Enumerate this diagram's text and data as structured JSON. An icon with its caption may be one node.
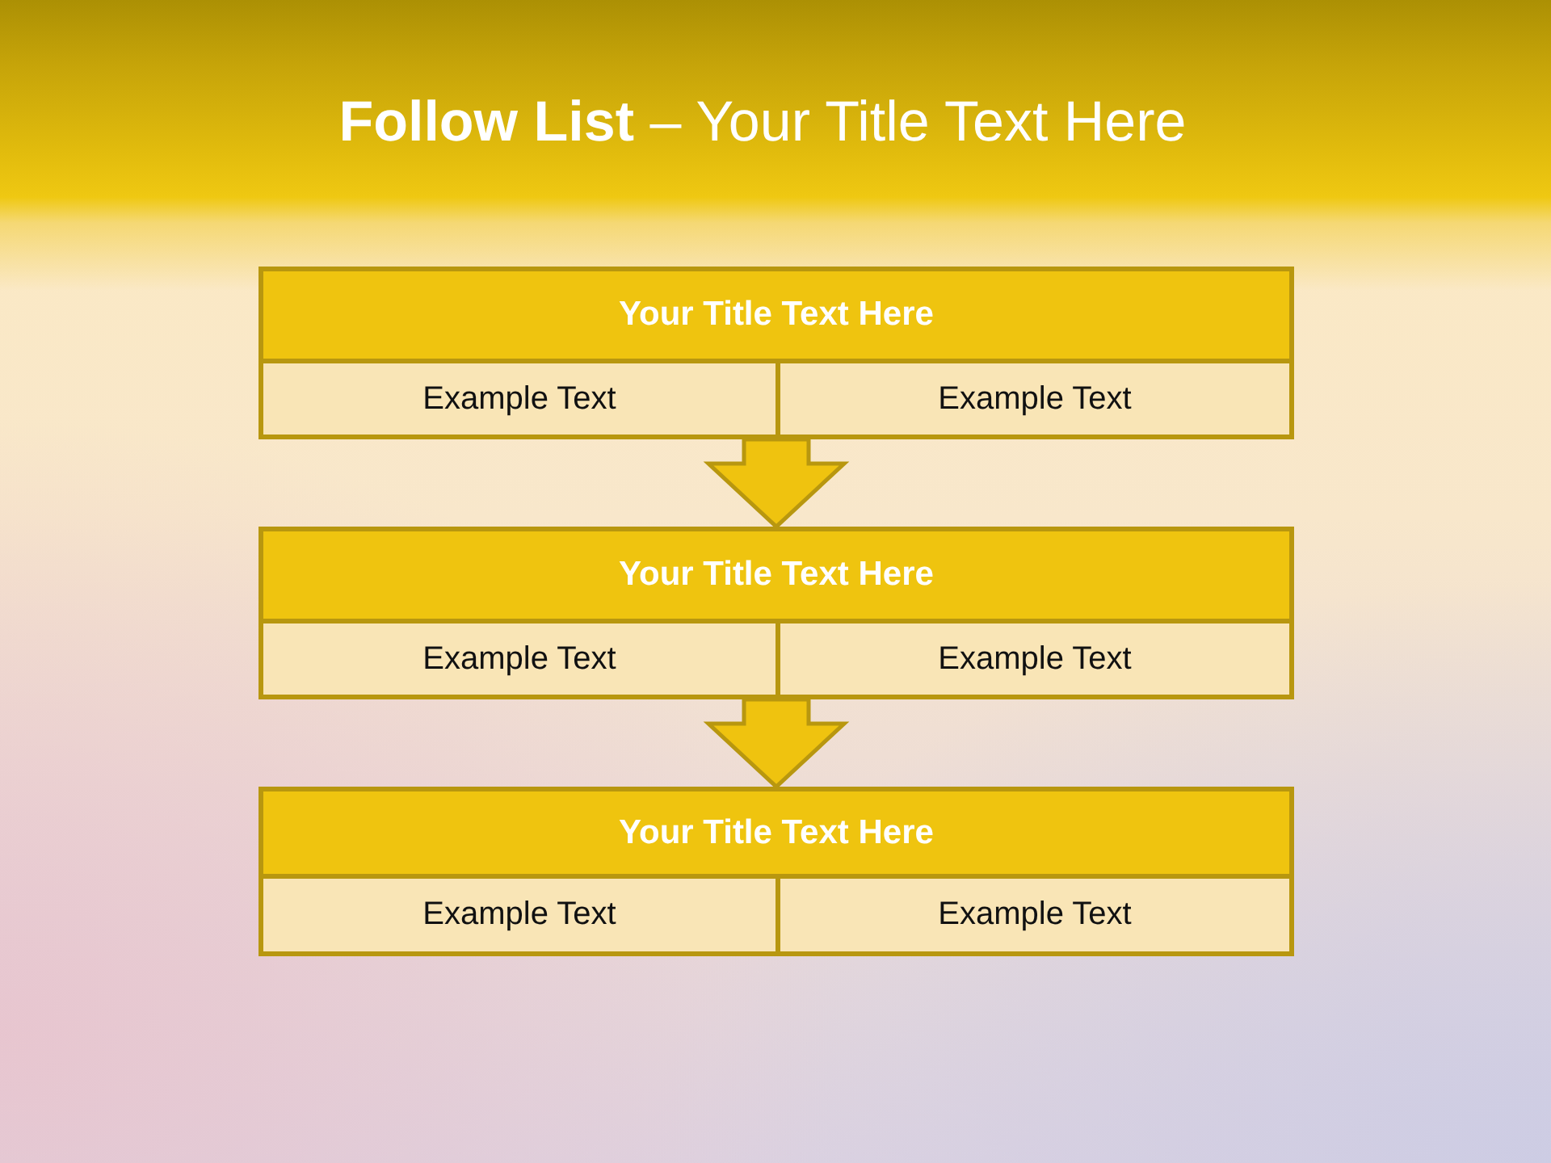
{
  "diagram": {
    "title": "**Follow List** – Your Title Text Here",
    "nodes": [
      {
        "text": [],
        "shape": "box"
      },
      {
        "text": [
          "Your Title Text Here"
        ],
        "in": 0
      },
      {
        "text": [
          "Example Text"
        ],
        "in": 0
      },
      {
        "text": [
          "Example Text"
        ],
        "in": 0
      },
      {
        "text": [],
        "shape": "box"
      },
      {
        "text": [
          "Your Title Text Here"
        ],
        "in": 4
      },
      {
        "text": [
          "Example Text"
        ],
        "in": 4
      },
      {
        "text": [
          "Example Text"
        ],
        "in": 4
      },
      {
        "text": [],
        "shape": "box"
      },
      {
        "text": [
          "Your Title Text Here"
        ],
        "in": 8
      },
      {
        "text": [
          "Example Text"
        ],
        "in": 8
      },
      {
        "text": [
          "Example Text"
        ],
        "in": 8
      }
    ],
    "edges": [
      {
        "from": 0,
        "to": 4,
        "arrow": "to"
      },
      {
        "from": 4,
        "to": 8,
        "arrow": "to"
      }
    ]
  }
}
